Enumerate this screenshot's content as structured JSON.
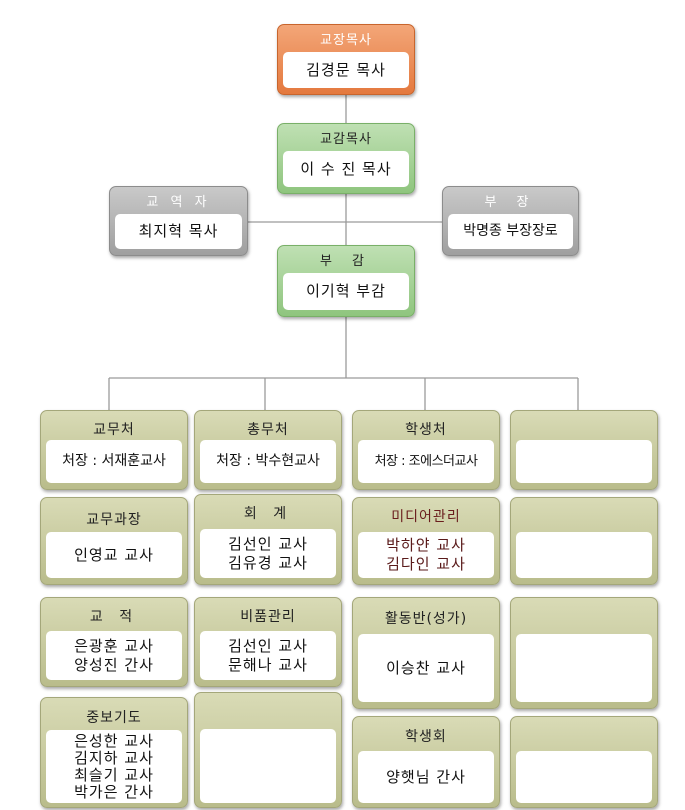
{
  "principal": {
    "title": "교장목사",
    "names": [
      "김경문 목사"
    ]
  },
  "vice_principal": {
    "title": "교감목사",
    "names": [
      "이 수 진 목사"
    ]
  },
  "evangelist": {
    "title": "교 역 자",
    "names": [
      "최지혁 목사"
    ]
  },
  "elder": {
    "title": "부 장",
    "names": [
      "박명종 부장장로"
    ]
  },
  "deputy": {
    "title": "부 감",
    "names": [
      "이기혁 부감"
    ]
  },
  "departments": [
    {
      "title": "교무처",
      "names": [
        "처장 : 서재훈교사"
      ]
    },
    {
      "title": "총무처",
      "names": [
        "처장 : 박수현교사"
      ]
    },
    {
      "title": "학생처",
      "names": [
        "처장 : 조에스더교사"
      ]
    },
    {
      "title": "",
      "names": []
    }
  ],
  "row2": [
    {
      "title": "교무과장",
      "names": [
        "인영교 교사"
      ]
    },
    {
      "title": "회 계",
      "names": [
        "김선인 교사",
        "김유경 교사"
      ]
    },
    {
      "title": "미디어관리",
      "names": [
        "박하얀 교사",
        "김다인 교사"
      ]
    },
    {
      "title": "",
      "names": []
    }
  ],
  "row3": [
    {
      "title": "교 적",
      "names": [
        "은광훈 교사",
        "양성진 간사"
      ]
    },
    {
      "title": "비품관리",
      "names": [
        "김선인 교사",
        "문해나 교사"
      ]
    },
    {
      "title": "활동반(성가)",
      "names": [
        "이승찬 교사"
      ]
    },
    {
      "title": "",
      "names": []
    }
  ],
  "row4": [
    {
      "title": "중보기도",
      "names": [
        "은성한 교사",
        "김지하 교사",
        "최슬기 교사",
        "박가은 간사"
      ]
    },
    {
      "title": "",
      "names": []
    },
    {
      "title": "학생회",
      "names": [
        "양햇님 간사"
      ]
    },
    {
      "title": "",
      "names": []
    }
  ],
  "colors": {
    "orange": "#e4793e",
    "green": "#8fc57e",
    "gray": "#a0a0a0",
    "khaki": "#b9bc8b",
    "line": "#9a9a9a"
  }
}
